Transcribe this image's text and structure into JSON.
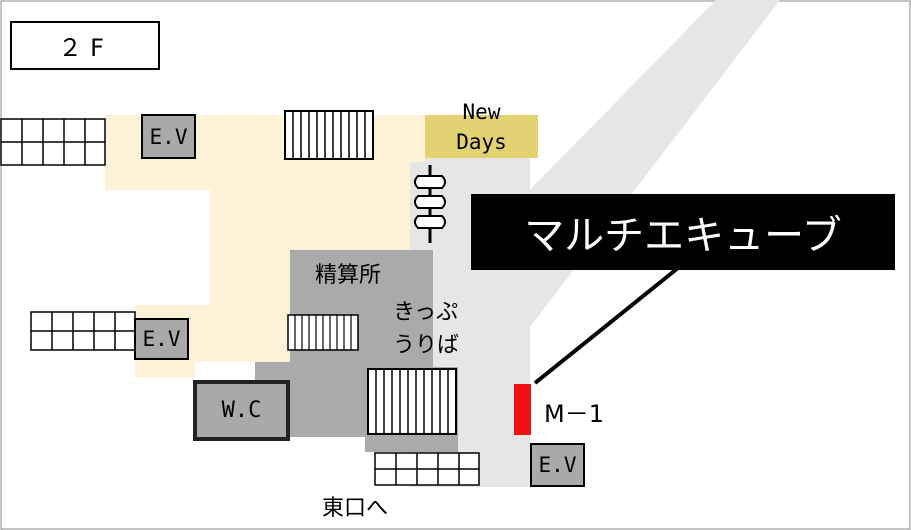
{
  "floor": {
    "label": "２F"
  },
  "labels": {
    "shop": [
      "New",
      "Days"
    ],
    "fare_adjustment": "精算所",
    "ticket_office": [
      "きっぷ",
      "うりば"
    ],
    "restroom": "W.C",
    "exit": "東口へ",
    "elevator": "E.V",
    "callout": "マルチエキューブ",
    "location_code": "M－1"
  },
  "colors": {
    "concourse": "#fdf2d7",
    "passage": "#e6e6e6",
    "station_area": "#aaaaaa",
    "shop": "#e3d272",
    "elevator": "#a9a9a9",
    "marker": "#ee1111",
    "callout_bg": "#000000",
    "callout_text": "#ffffff"
  }
}
